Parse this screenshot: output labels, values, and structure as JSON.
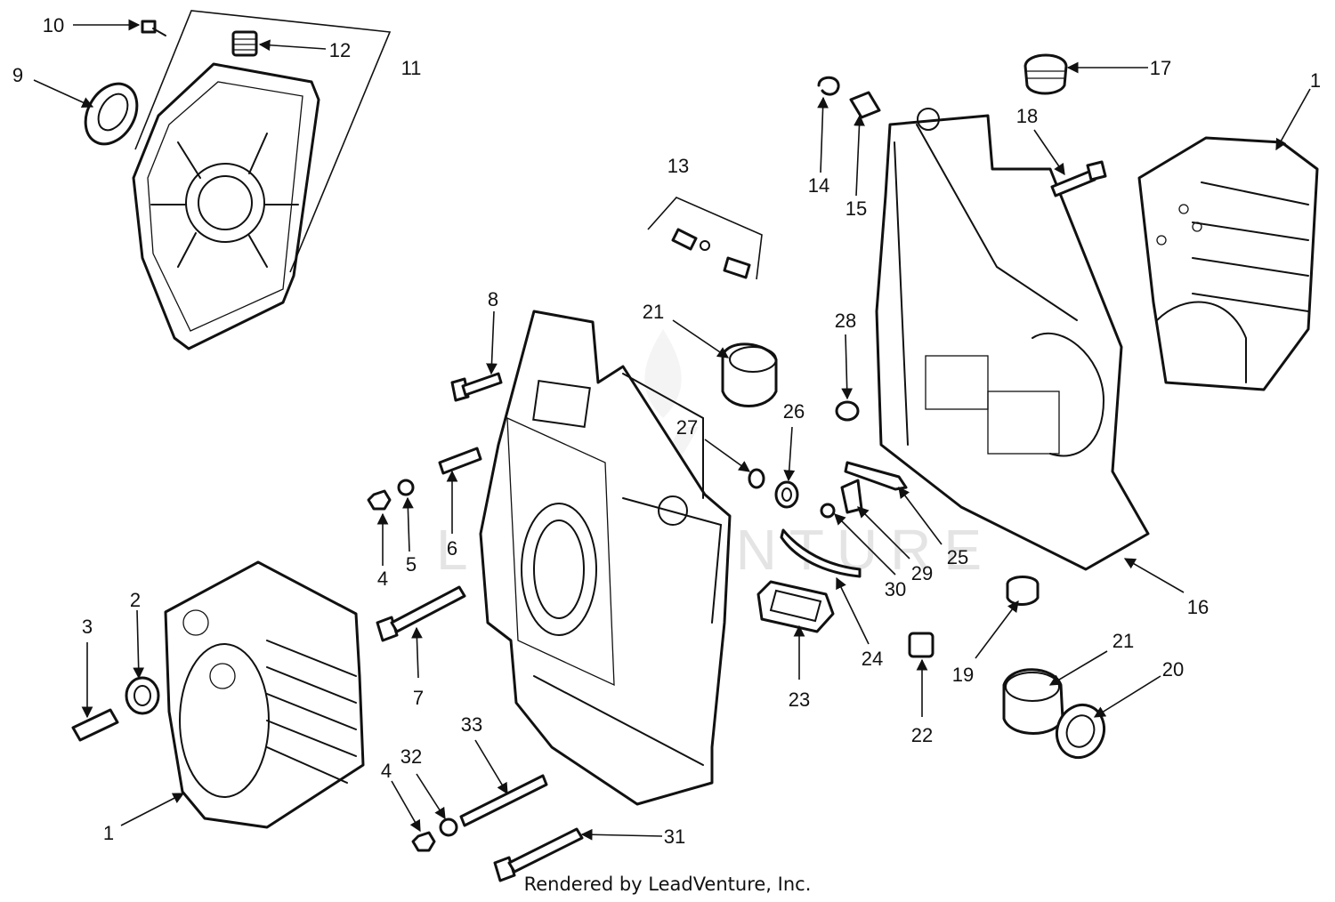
{
  "watermark": "LEADVENTURE",
  "footer": "Rendered by LeadVenture, Inc.",
  "callouts": [
    "1",
    "1",
    "2",
    "3",
    "4",
    "4",
    "5",
    "6",
    "7",
    "8",
    "9",
    "10",
    "11",
    "12",
    "13",
    "14",
    "15",
    "16",
    "17",
    "18",
    "19",
    "20",
    "21",
    "21",
    "22",
    "23",
    "24",
    "25",
    "26",
    "27",
    "28",
    "29",
    "30",
    "31",
    "32",
    "33"
  ]
}
